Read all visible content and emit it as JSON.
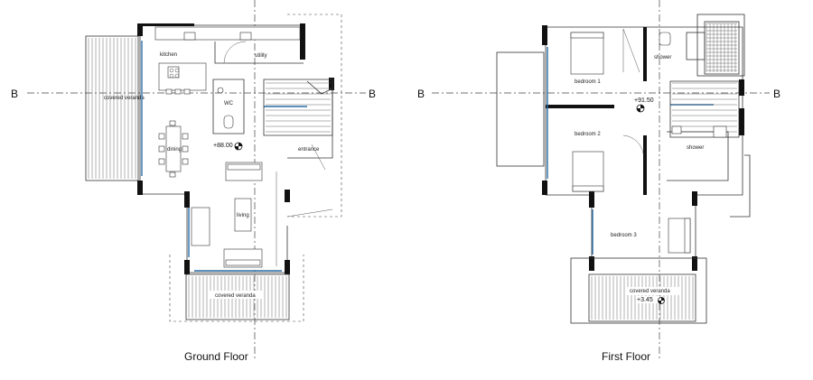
{
  "ground_floor": {
    "title": "Ground Floor",
    "rooms": {
      "kitchen": "kitchen",
      "utility": "utility",
      "wc": "WC",
      "dining": "dining",
      "living": "living",
      "entrance": "entrance",
      "veranda_left": "covered veranda",
      "veranda_bottom": "covered veranda"
    },
    "level": "+88.00",
    "section_left": "B",
    "section_right": "B"
  },
  "first_floor": {
    "title": "First Floor",
    "rooms": {
      "bedroom1": "bedroom 1",
      "bedroom2": "bedroom 2",
      "bedroom3": "bedroom 3",
      "shower_top": "shower",
      "shower_mid": "shower",
      "veranda": "covered veranda"
    },
    "level": "+91.50",
    "level_veranda": "+3.45",
    "section_left": "B",
    "section_right": "B"
  },
  "colors": {
    "glazing": "#2a6fa8",
    "walls": "#111111"
  }
}
